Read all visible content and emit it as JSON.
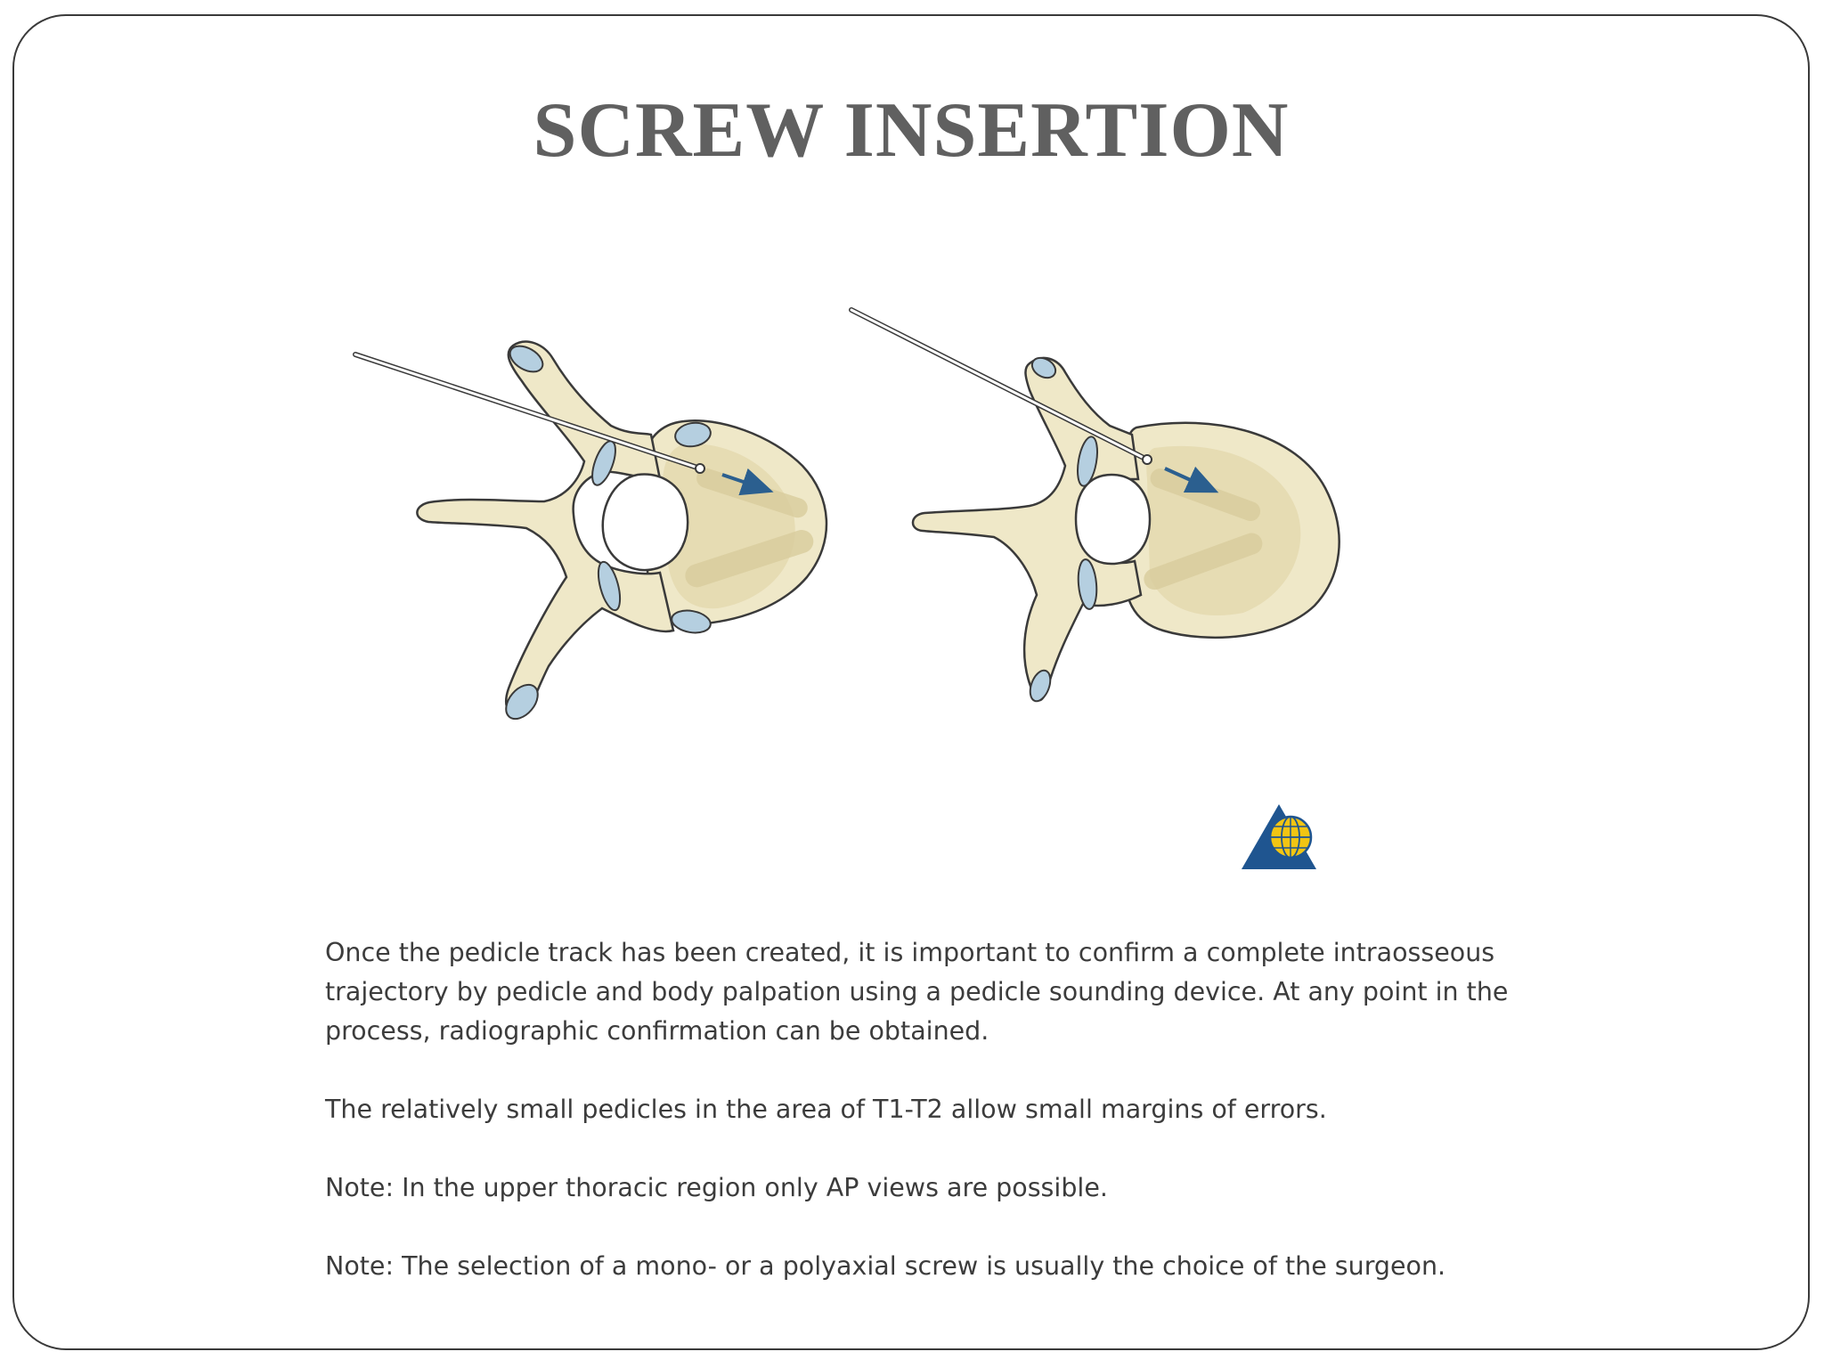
{
  "slide": {
    "title": "SCREW INSERTION"
  },
  "figure": {
    "logo_icon": "ao-foundation-logo-icon",
    "colors": {
      "bone_fill": "#efe8c8",
      "bone_shade": "#e3d8ae",
      "bone_outline": "#3a3a3a",
      "cartilage_blue": "#b5cfe0",
      "arrow_blue": "#2b5f8f",
      "logo_blue": "#1f5590",
      "logo_yellow": "#f2c513"
    }
  },
  "content": {
    "paragraphs": [
      "Once the pedicle track has been created, it is important to confirm a complete intraosseous trajectory by pedicle and body palpation using a pedicle sounding device. At any point in the process, radiographic confirmation can be obtained.",
      "The relatively small pedicles in the area of T1-T2 allow small margins of errors.",
      "Note: In the upper thoracic region only AP views are possible.",
      "Note: The selection of a mono- or a polyaxial screw is usually the choice of the surgeon."
    ]
  }
}
